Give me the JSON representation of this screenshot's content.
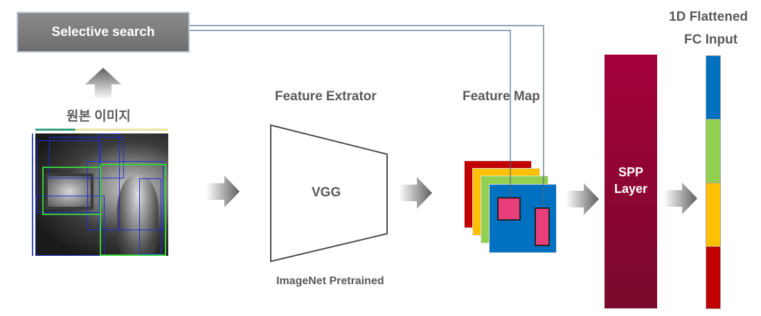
{
  "selective_search": {
    "label": "Selective search"
  },
  "original_image": {
    "label": "원본 이미지"
  },
  "feature_extractor": {
    "title": "Feature Extrator",
    "model": "VGG",
    "caption": "ImageNet Pretrained"
  },
  "feature_map": {
    "title": "Feature Map",
    "layer_colors": [
      "#c00000",
      "#ffc000",
      "#92d050",
      "#0070c0"
    ],
    "roi_color": "#e83e7a"
  },
  "spp": {
    "line1": "SPP",
    "line2": "Layer",
    "color": "#99003a"
  },
  "fc_input": {
    "title_line1": "1D Flattened",
    "title_line2": "FC Input",
    "segment_colors": [
      "#0070c0",
      "#92d050",
      "#ffc000",
      "#c00000"
    ]
  },
  "colors": {
    "arrow": "#7f7f7f",
    "box_blue": "#1d2fd6",
    "box_green": "#36d13b",
    "connector": "#4d6b80"
  }
}
